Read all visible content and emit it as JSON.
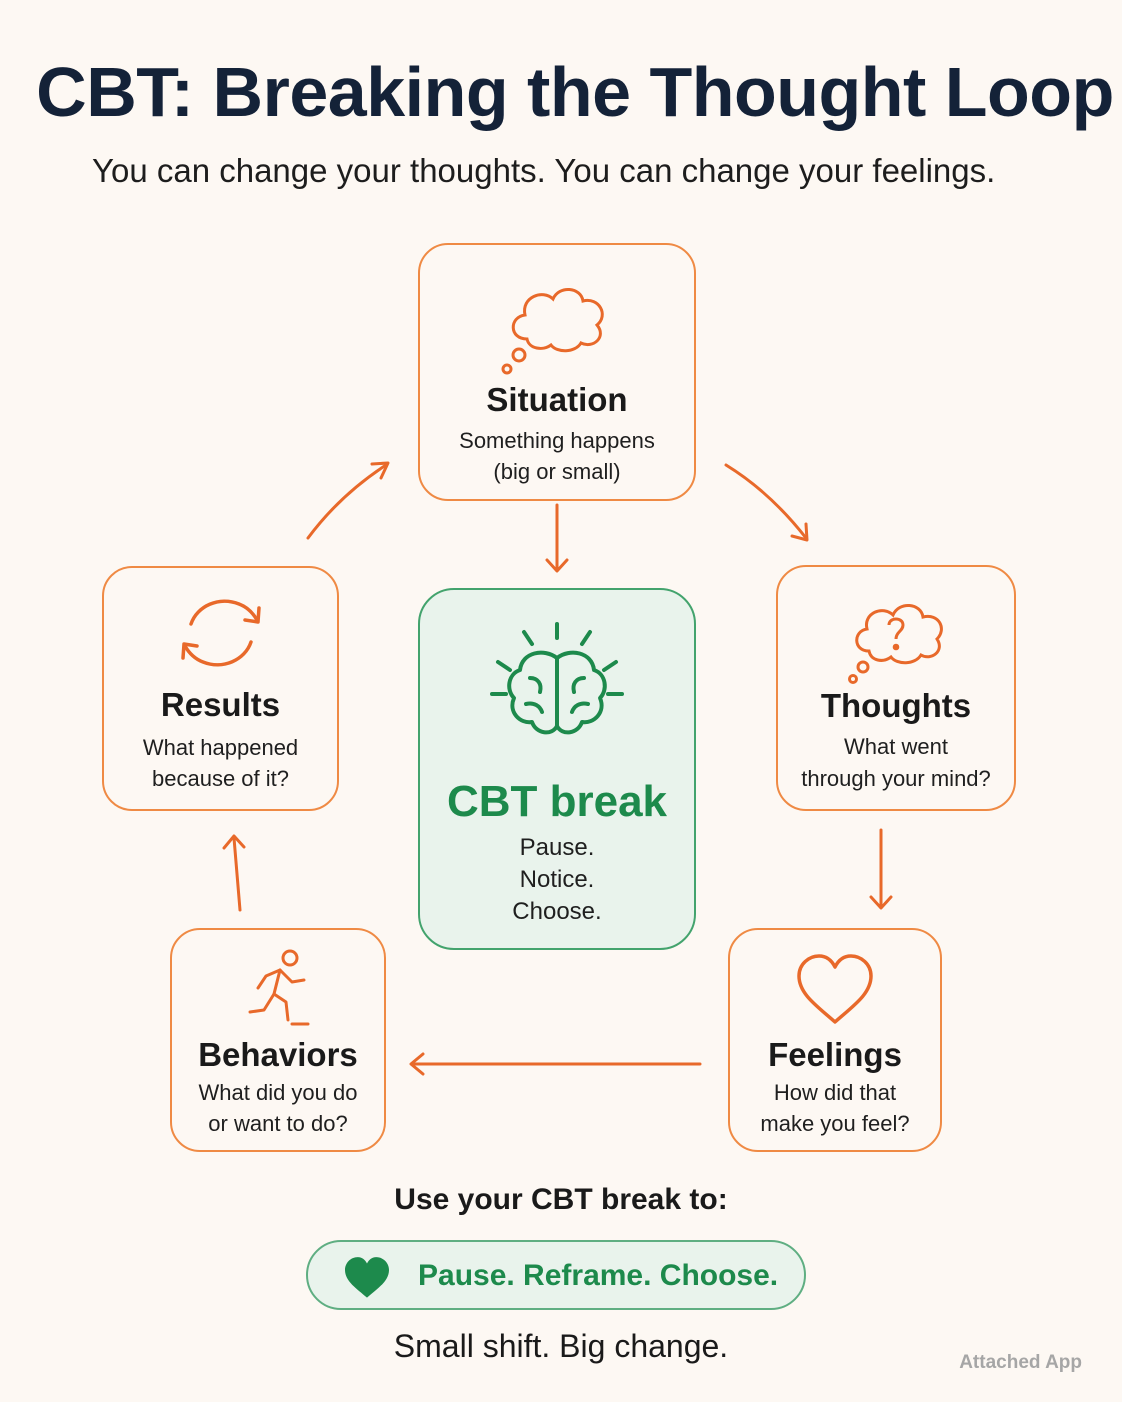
{
  "title": "CBT: Breaking the Thought Loop",
  "subtitle": "You can change your thoughts. You can change your feelings.",
  "colors": {
    "accent_orange": "#e8692a",
    "border_orange": "#ef8a44",
    "accent_green": "#1d8a4c",
    "background": "#fdf8f3",
    "title_navy": "#142238"
  },
  "nodes": {
    "situation": {
      "icon": "thought-cloud-icon",
      "heading": "Situation",
      "desc_line1": "Something happens",
      "desc_line2": "(big or small)"
    },
    "thoughts": {
      "icon": "question-cloud-icon",
      "heading": "Thoughts",
      "desc_line1": "What went",
      "desc_line2": "through your mind?"
    },
    "feelings": {
      "icon": "heart-outline-icon",
      "heading": "Feelings",
      "desc_line1": "How did that",
      "desc_line2": "make you feel?"
    },
    "behaviors": {
      "icon": "running-person-icon",
      "heading": "Behaviors",
      "desc_line1": "What did you do",
      "desc_line2": "or want to do?"
    },
    "results": {
      "icon": "cycle-arrows-icon",
      "heading": "Results",
      "desc_line1": "What happened",
      "desc_line2": "because of it?"
    }
  },
  "center": {
    "icon": "brain-icon",
    "heading": "CBT break",
    "lines": [
      "Pause.",
      "Notice.",
      "Choose."
    ]
  },
  "cta": {
    "label": "Use your CBT break to:",
    "icon": "heart-filled-icon",
    "pill_text": "Pause. Reframe. Choose."
  },
  "tagline": "Small shift. Big change.",
  "watermark": "Attached App"
}
